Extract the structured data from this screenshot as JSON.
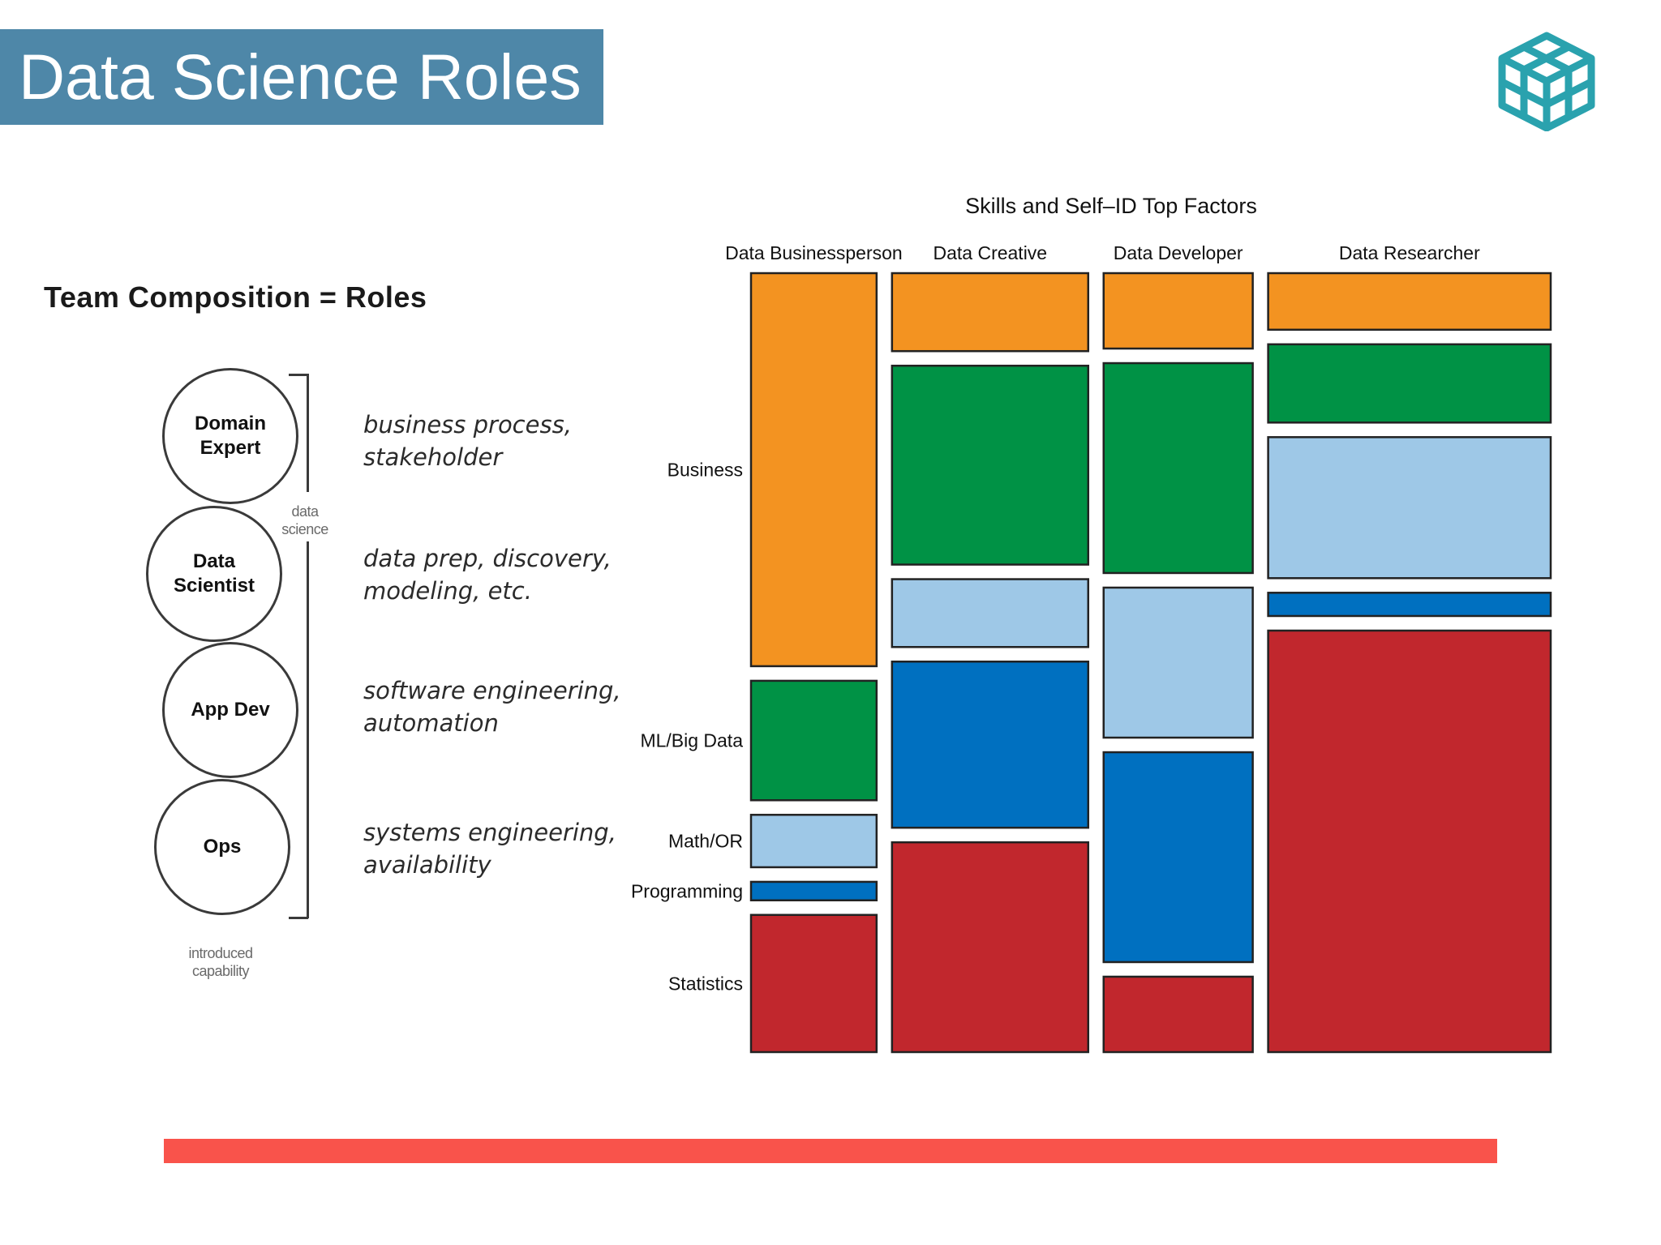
{
  "slide": {
    "title": "Data Science Roles"
  },
  "team": {
    "heading": "Team Composition = Roles",
    "roles": [
      {
        "name": "Domain\nExpert",
        "description": "business process,\nstakeholder"
      },
      {
        "name": "Data\nScientist",
        "description": "data prep, discovery,\nmodeling, etc."
      },
      {
        "name": "App Dev",
        "description": "software engineering,\nautomation"
      },
      {
        "name": "Ops",
        "description": "systems engineering,\navailability"
      }
    ],
    "bracket_note": "data\nscience",
    "bottom_note": "introduced\ncapability"
  },
  "colors": {
    "title_banner": "#4e87a8",
    "logo": "#2aa2ae",
    "bottom_bar": "#f9534b",
    "skills": {
      "Business": "#f39321",
      "ML/Big Data": "#009245",
      "Math/OR": "#9ec8e7",
      "Programming": "#0070c0",
      "Statistics": "#c1272d"
    }
  },
  "chart_data": {
    "type": "mosaic",
    "title": "Skills and Self–ID Top Factors",
    "categories": [
      "Data Businessperson",
      "Data Creative",
      "Data Developer",
      "Data Researcher"
    ],
    "column_widths": [
      0.16,
      0.25,
      0.19,
      0.36
    ],
    "skill_order": [
      "Business",
      "ML/Big Data",
      "Math/OR",
      "Programming",
      "Statistics"
    ],
    "y_labels": [
      "Business",
      "ML/Big Data",
      "Math/OR",
      "Programming",
      "Statistics"
    ],
    "series": [
      {
        "name": "Data Businessperson",
        "values": {
          "Business": 0.51,
          "ML/Big Data": 0.155,
          "Math/OR": 0.068,
          "Programming": 0.024,
          "Statistics": 0.178
        }
      },
      {
        "name": "Data Creative",
        "values": {
          "Business": 0.1,
          "ML/Big Data": 0.255,
          "Math/OR": 0.087,
          "Programming": 0.213,
          "Statistics": 0.269
        }
      },
      {
        "name": "Data Developer",
        "values": {
          "Business": 0.097,
          "ML/Big Data": 0.27,
          "Math/OR": 0.193,
          "Programming": 0.27,
          "Statistics": 0.097
        }
      },
      {
        "name": "Data Researcher",
        "values": {
          "Business": 0.073,
          "ML/Big Data": 0.101,
          "Math/OR": 0.182,
          "Programming": 0.03,
          "Statistics": 0.544
        }
      }
    ]
  }
}
